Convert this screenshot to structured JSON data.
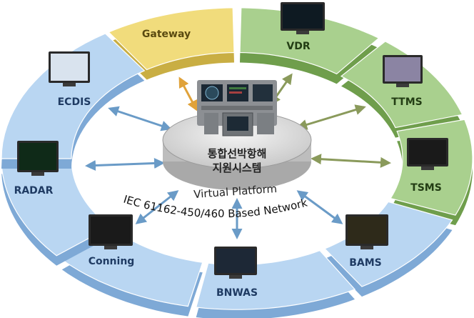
{
  "hub": {
    "title_line1": "통합선박항해",
    "title_line2": "지원시스템",
    "platform_label": "Virtual Platform",
    "network_label": "IEC 61162-450/460 Based Network"
  },
  "systems": {
    "gateway": "Gateway",
    "vdr": "VDR",
    "ttms": "TTMS",
    "tsms": "TSMS",
    "bams": "BAMS",
    "bnwas": "BNWAS",
    "conning": "Conning",
    "radar": "RADAR",
    "ecdis": "ECDIS"
  },
  "colors": {
    "blue_segment": "#b9d6f2",
    "blue_segment_side": "#7ea9d6",
    "green_segment": "#a9d08e",
    "green_segment_side": "#6f9e4c",
    "yellow_segment": "#f1dc7c",
    "yellow_segment_side": "#c9ae43",
    "arrow_blue": "#6a9bc7",
    "arrow_green": "#8a9a5b",
    "arrow_orange": "#e0a23a"
  }
}
